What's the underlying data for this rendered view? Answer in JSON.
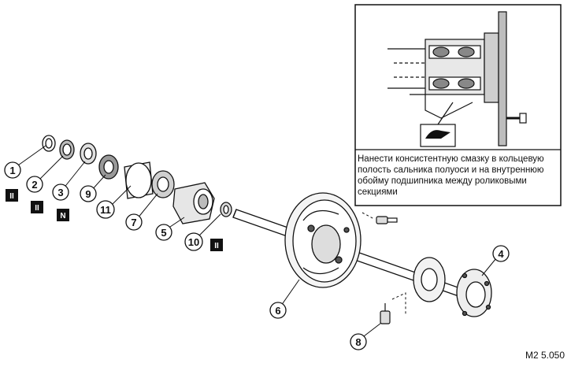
{
  "inset": {
    "note": "Нанести консистентную смазку в кольцевую полость сальника полуоси и на внутреннюю обойму подшипника между роликовыми секциями"
  },
  "figure_code": "M2 5.050",
  "callouts": [
    {
      "id": "c1",
      "label": "1"
    },
    {
      "id": "c2",
      "label": "2"
    },
    {
      "id": "c3",
      "label": "3"
    },
    {
      "id": "c9",
      "label": "9"
    },
    {
      "id": "c11",
      "label": "11"
    },
    {
      "id": "c7",
      "label": "7"
    },
    {
      "id": "c5",
      "label": "5"
    },
    {
      "id": "c10",
      "label": "10"
    },
    {
      "id": "c6",
      "label": "6"
    },
    {
      "id": "c4",
      "label": "4"
    },
    {
      "id": "c8",
      "label": "8"
    }
  ],
  "badges": [
    {
      "id": "b1",
      "label": "II"
    },
    {
      "id": "b2",
      "label": "II"
    },
    {
      "id": "b3",
      "label": "N"
    },
    {
      "id": "b4",
      "label": "II"
    }
  ]
}
